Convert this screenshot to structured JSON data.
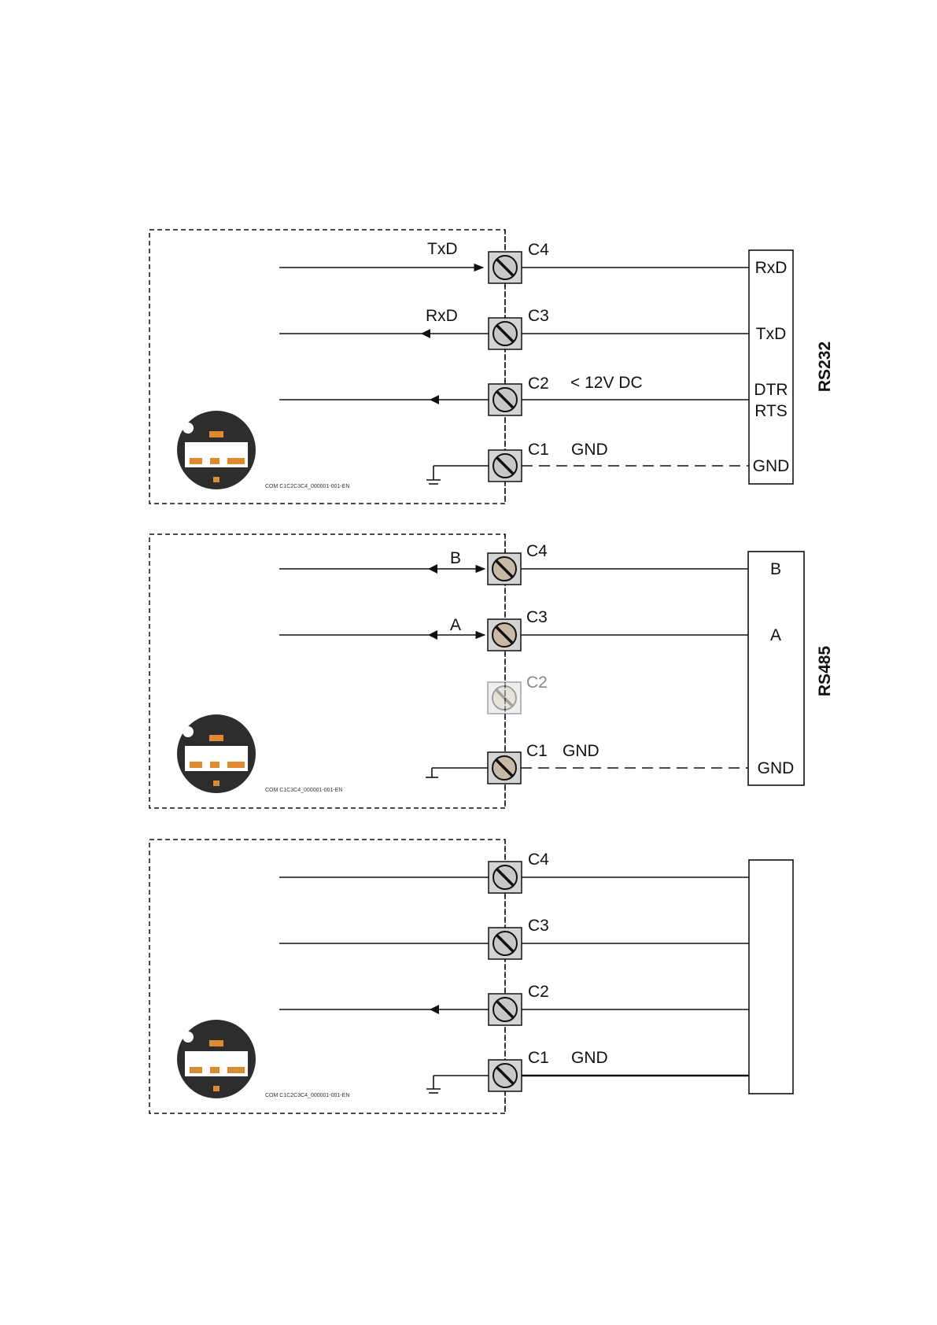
{
  "colors": {
    "line": "#111111",
    "terminal_fill": "#d4d4d4",
    "terminal_fill_rs485": "#c9b9a4",
    "terminal_disabled": "#9a9a9a",
    "device_dark": "#2d2d2d",
    "connector_orange": "#e08a2c"
  },
  "panels": [
    {
      "id": "rs232",
      "caption": "COM C1C2C3C4_000001-001-EN",
      "side_label": "RS232",
      "terminals": [
        {
          "name": "C4",
          "signal": "TxD",
          "direction": "out",
          "ext": "RxD",
          "extra": "",
          "enabled": true
        },
        {
          "name": "C3",
          "signal": "RxD",
          "direction": "in",
          "ext": "TxD",
          "extra": "",
          "enabled": true
        },
        {
          "name": "C2",
          "signal": "",
          "direction": "in",
          "ext": "DTR",
          "ext2": "RTS",
          "extra": "< 12V DC",
          "enabled": true
        },
        {
          "name": "C1",
          "signal": "",
          "direction": "ground",
          "ext": "GND",
          "extra": "GND",
          "enabled": true
        }
      ]
    },
    {
      "id": "rs485",
      "caption": "COM C1C3C4_000001-001-EN",
      "side_label": "RS485",
      "terminals": [
        {
          "name": "C4",
          "signal": "B",
          "direction": "bidir",
          "ext": "B",
          "extra": "",
          "enabled": true
        },
        {
          "name": "C3",
          "signal": "A",
          "direction": "bidir",
          "ext": "A",
          "extra": "",
          "enabled": true
        },
        {
          "name": "C2",
          "signal": "",
          "direction": "none",
          "ext": "",
          "extra": "",
          "enabled": false
        },
        {
          "name": "C1",
          "signal": "",
          "direction": "ground",
          "ext": "GND",
          "extra": "GND",
          "enabled": true
        }
      ]
    },
    {
      "id": "generic",
      "caption": "COM C1C2C3C4_000001-001-EN",
      "side_label": "",
      "terminals": [
        {
          "name": "C4",
          "signal": "",
          "direction": "plain",
          "ext": "",
          "extra": "",
          "enabled": true
        },
        {
          "name": "C3",
          "signal": "",
          "direction": "plain",
          "ext": "",
          "extra": "",
          "enabled": true
        },
        {
          "name": "C2",
          "signal": "",
          "direction": "in",
          "ext": "",
          "extra": "",
          "enabled": true
        },
        {
          "name": "C1",
          "signal": "",
          "direction": "ground",
          "ext": "",
          "extra": "GND",
          "enabled": true
        }
      ]
    }
  ]
}
